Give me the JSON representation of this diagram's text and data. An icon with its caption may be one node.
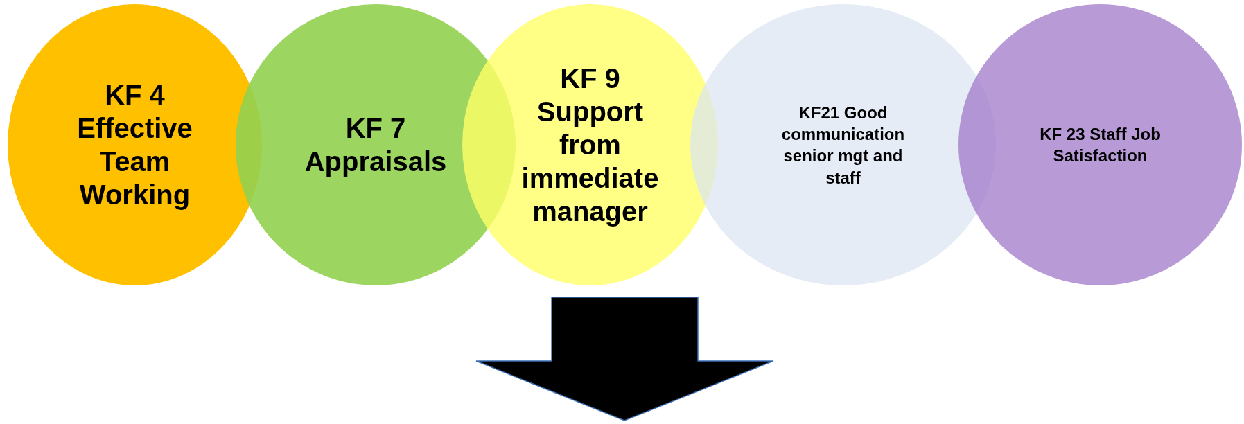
{
  "diagram": {
    "nodes": [
      {
        "text": [
          "KF 4 Effective Team Working"
        ]
      },
      {
        "text": [
          "KF 7 Appraisals"
        ]
      },
      {
        "text": [
          "KF 9 Support from immediate manager"
        ]
      },
      {
        "text": [
          "KF21 Good communication senior mgt and staff"
        ]
      },
      {
        "text": [
          "KF 23 Staff Job Satisfaction"
        ]
      }
    ],
    "edges": []
  }
}
